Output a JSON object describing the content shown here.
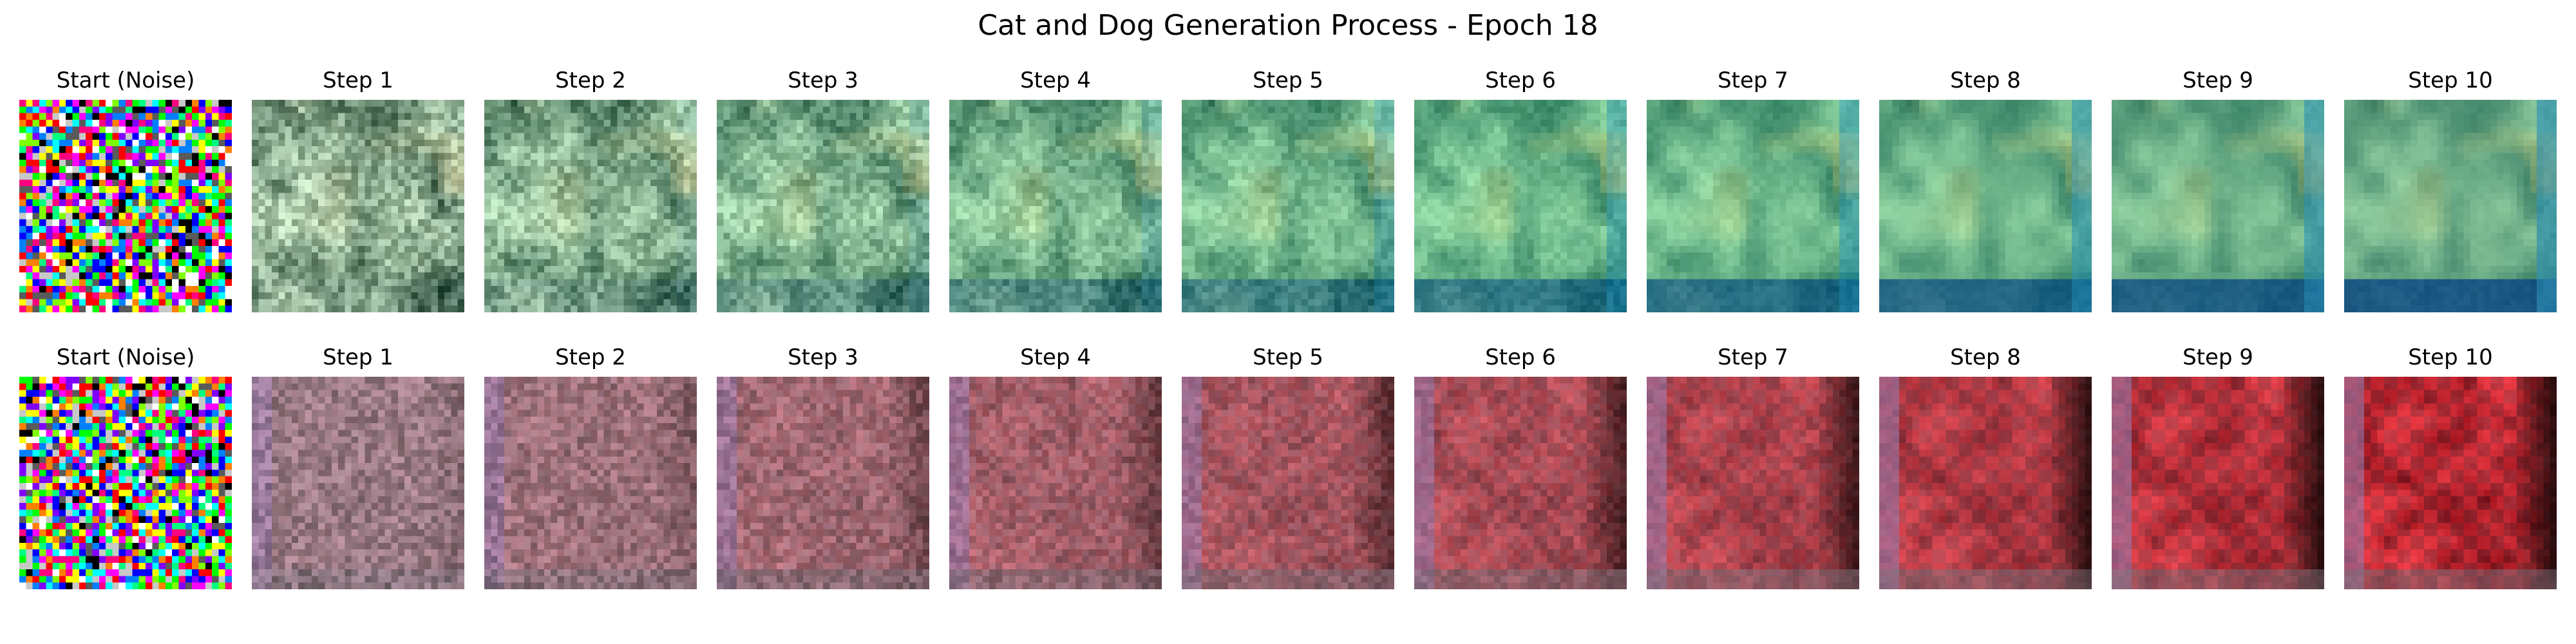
{
  "title": "Cat and Dog Generation Process - Epoch 18",
  "rows": [
    {
      "palette": "green",
      "panels": [
        {
          "label": "Start (Noise)"
        },
        {
          "label": "Step 1"
        },
        {
          "label": "Step 2"
        },
        {
          "label": "Step 3"
        },
        {
          "label": "Step 4"
        },
        {
          "label": "Step 5"
        },
        {
          "label": "Step 6"
        },
        {
          "label": "Step 7"
        },
        {
          "label": "Step 8"
        },
        {
          "label": "Step 9"
        },
        {
          "label": "Step 10"
        }
      ]
    },
    {
      "palette": "red",
      "panels": [
        {
          "label": "Start (Noise)"
        },
        {
          "label": "Step 1"
        },
        {
          "label": "Step 2"
        },
        {
          "label": "Step 3"
        },
        {
          "label": "Step 4"
        },
        {
          "label": "Step 5"
        },
        {
          "label": "Step 6"
        },
        {
          "label": "Step 7"
        },
        {
          "label": "Step 8"
        },
        {
          "label": "Step 9"
        },
        {
          "label": "Step 10"
        }
      ]
    }
  ]
}
